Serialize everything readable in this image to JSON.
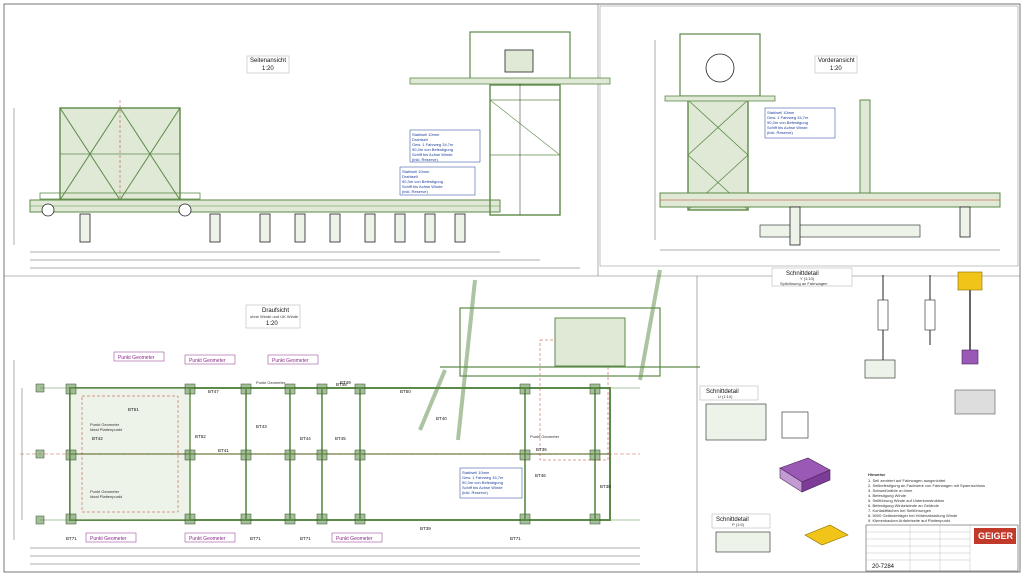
{
  "views": {
    "side": {
      "title": "Seitenansicht",
      "scale": "1:20"
    },
    "front": {
      "title": "Vorderansicht",
      "scale": "1:20"
    },
    "top": {
      "title": "Draufsicht",
      "subtitle": "ohne Winde und UK Winde",
      "scale": "1:20"
    },
    "detail1": {
      "title": "Schnittdetail",
      "sub": "Y (1:10)",
      "note": "Spitzlösung an Fahrwagen"
    },
    "detail2": {
      "title": "Schnittdetail",
      "sub": "U (1:10)"
    },
    "detail3": {
      "title": "Schnittdetail",
      "sub": "P (1:5)"
    }
  },
  "punkt_label": "Punkt Geometer",
  "punkt_sub": "Ideal Plattenpunkt",
  "bt_labels": [
    "BT47",
    "BT48",
    "BT49",
    "BT50",
    "BT51",
    "BT42",
    "BT52",
    "BT41",
    "BT43",
    "BT44",
    "BT45",
    "BT46",
    "BT36",
    "BT39",
    "BT71",
    "BT40",
    "BT38"
  ],
  "annot_lines": [
    "Stahlseil 10mm",
    "Drahtseil",
    "Gew. 1 Fahrweg 34,7m",
    "90,3m von Befestigung",
    "Schiff bis Achse Winde",
    "(inkl. Reserve)"
  ],
  "notes_title": "Hinweise",
  "notes": [
    "1. Seil zentriert auf Fahrwagen ausgerichtet",
    "2. Seilbefestigung an Fachwerk von Fahrwagen mit Spannschloss",
    "3. Schweißnähte a=4mm",
    "4. Befestigung Winde",
    "5. Seilführung Winde auf Unterkonstruktion",
    "6. Befestigung Winkelwinde an Gelände",
    "7. Kontaktflächen bei Seilführungen",
    "8. 5000 Geländeträger bei Höhenabstufung Winde",
    "9. Klemmbacken Anfahrtseite auf Plattenpunkt"
  ],
  "logo": "GEIGER",
  "drawing_no": "20-7284",
  "colors": {
    "steel": "#5c8a48",
    "steel_light": "#dfe9d6",
    "line": "#222222",
    "blue": "#1c3f9e",
    "red": "#c0392b",
    "purple": "#8a2c8a",
    "logo_bg": "#c0392b"
  }
}
